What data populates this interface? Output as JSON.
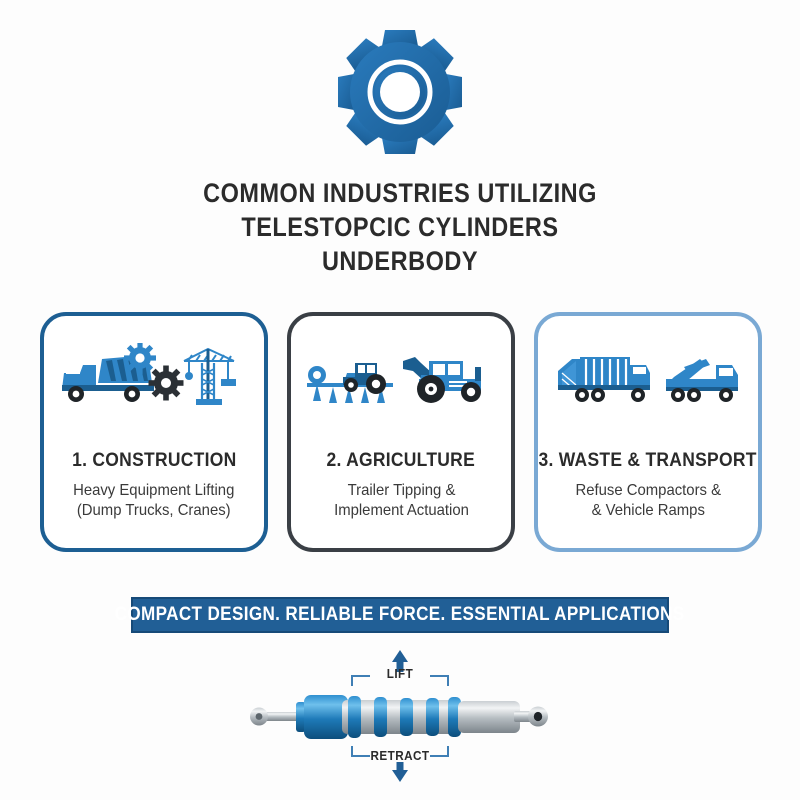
{
  "theme": {
    "brand_blue": "#215f96",
    "gear_blue": "#1f68a8",
    "icon_blue_dark": "#1b5e90",
    "icon_blue_light": "#2f86c8",
    "card1_border": "#1d5f93",
    "card2_border": "#3a3f45",
    "card3_border": "#7aa9d4",
    "text_dark": "#2b2b2b",
    "background": "#fdfdfd"
  },
  "header": {
    "gear_icon": "gear-icon"
  },
  "title": {
    "line1": "COMMON INDUSTRIES UTILIZING",
    "line2": "TELESTOPCIC CYLINDERS",
    "line3": "UNDERBODY"
  },
  "cards": [
    {
      "number": "1.",
      "title": "1. CONSTRUCTION",
      "sub_line1": "Heavy Equipment Lifting",
      "sub_line2": "(Dump Trucks, Cranes)",
      "border_color": "#1d5f93",
      "icons": [
        "dump-truck-icon",
        "gear-icon",
        "crane-icon"
      ]
    },
    {
      "number": "2.",
      "title": "2. AGRICULTURE",
      "sub_line1": "Trailer Tipping &",
      "sub_line2": "Implement Actuation",
      "border_color": "#3a3f45",
      "icons": [
        "tractor-plow-icon",
        "tractor-loader-icon"
      ]
    },
    {
      "number": "3.",
      "title": "3. WASTE & TRANSPORT",
      "sub_line1": "Refuse Compactors &",
      "sub_line2": "& Vehicle Ramps",
      "border_color": "#7aa9d4",
      "icons": [
        "garbage-truck-icon",
        "tow-truck-icon"
      ]
    }
  ],
  "banner": {
    "text": "COMPACT DESIGN. RELIABLE FORCE. ESSENTIAL APPLICATIONS"
  },
  "cylinder": {
    "lift_label": "LIFT",
    "retract_label": "RETRACT",
    "up_arrow_icon": "arrow-up-icon",
    "down_arrow_icon": "arrow-down-icon",
    "cylinder_icon": "telescopic-cylinder-icon"
  }
}
